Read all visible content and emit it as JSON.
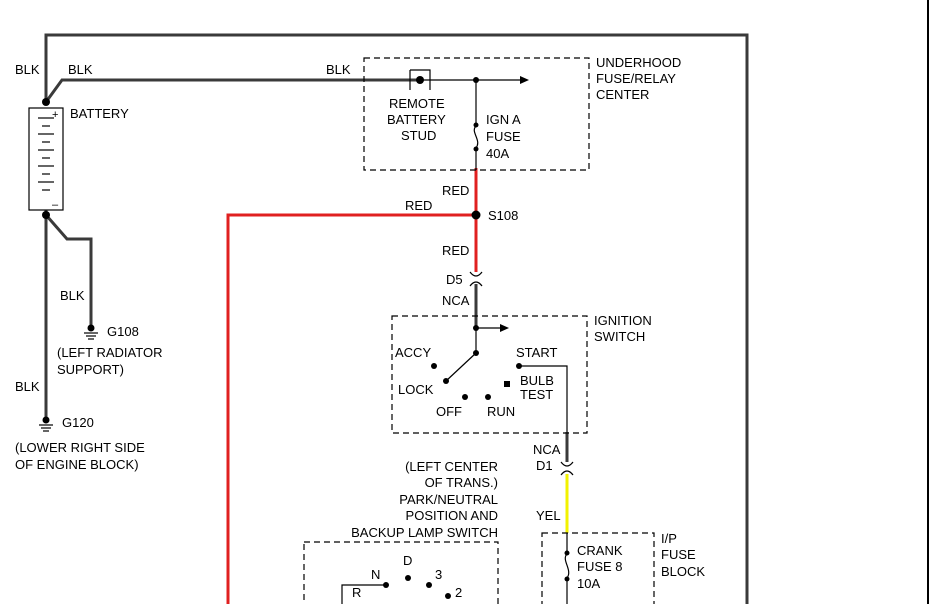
{
  "labels": {
    "blk_top_left": "BLK",
    "blk_top_mid": "BLK",
    "blk_top_right": "BLK",
    "battery": "BATTERY",
    "battery_plus": "+",
    "battery_minus": "–",
    "underhood_1": "UNDERHOOD",
    "underhood_2": "FUSE/RELAY",
    "underhood_3": "CENTER",
    "remote_1": "REMOTE",
    "remote_2": "BATTERY",
    "remote_3": "STUD",
    "ign_1": "IGN A",
    "ign_2": "FUSE",
    "ign_3": "40A",
    "red_1": "RED",
    "red_2": "RED",
    "red_3": "RED",
    "s108": "S108",
    "d5": "D5",
    "nca_1": "NCA",
    "ignition_1": "IGNITION",
    "ignition_2": "SWITCH",
    "accy": "ACCY",
    "start": "START",
    "lock": "LOCK",
    "bulb_1": "BULB",
    "bulb_2": "TEST",
    "off": "OFF",
    "run": "RUN",
    "nca_2": "NCA",
    "d1": "D1",
    "yel": "YEL",
    "blk_g108": "BLK",
    "g108": "G108",
    "g108_desc_1": "(LEFT RADIATOR",
    "g108_desc_2": "SUPPORT)",
    "blk_g120": "BLK",
    "g120": "G120",
    "g120_desc_1": "(LOWER RIGHT SIDE",
    "g120_desc_2": "OF ENGINE BLOCK)",
    "trans_1": "(LEFT CENTER",
    "trans_2": "OF TRANS.)",
    "trans_3": "PARK/NEUTRAL",
    "trans_4": "POSITION AND",
    "trans_5": "BACKUP LAMP SWITCH",
    "pos_d": "D",
    "pos_n": "N",
    "pos_3": "3",
    "pos_2": "2",
    "pos_r": "R",
    "crank_1": "CRANK",
    "crank_2": "FUSE 8",
    "crank_3": "10A",
    "ip_1": "I/P",
    "ip_2": "FUSE",
    "ip_3": "BLOCK"
  },
  "colors": {
    "wire_black": "#3a3a3a",
    "wire_red": "#e02020",
    "wire_yellow": "#f2f200"
  }
}
